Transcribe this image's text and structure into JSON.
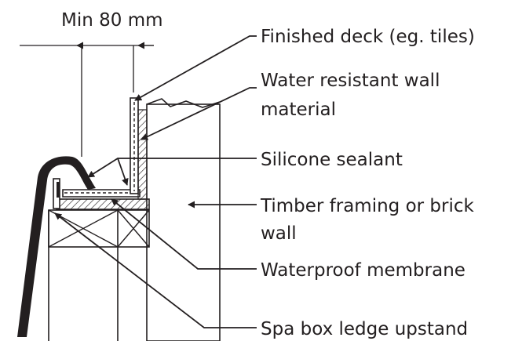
{
  "dimension": {
    "text": "Min 80 mm"
  },
  "labels": {
    "finished_deck": "Finished deck (eg. tiles)",
    "wall_material_1": "Water resistant wall",
    "wall_material_2": "material",
    "silicone": "Silicone sealant",
    "timber_1": "Timber framing or brick",
    "timber_2": "wall",
    "membrane": "Waterproof membrane",
    "ledge": "Spa box ledge upstand"
  },
  "colors": {
    "ink": "#231f20",
    "background": "#ffffff"
  }
}
